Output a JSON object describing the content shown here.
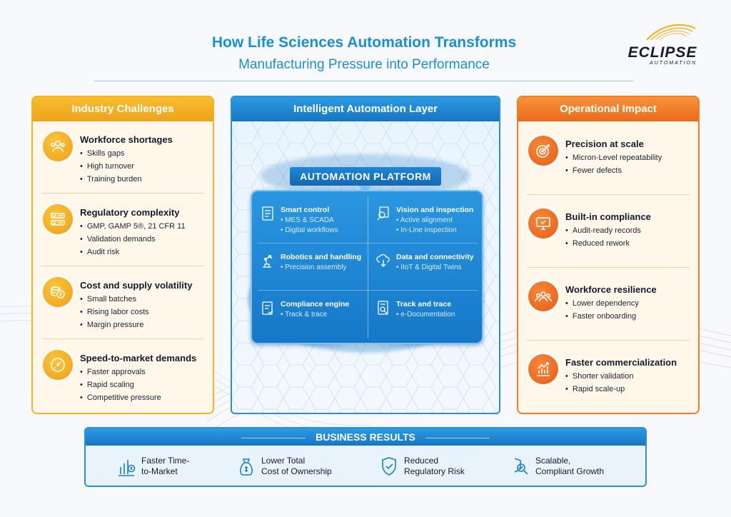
{
  "header": {
    "title": "How Life Sciences Automation Transforms",
    "subtitle": "Manufacturing Pressure into Performance",
    "logo": {
      "word": "ECLIPSE",
      "sub": "AUTOMATION"
    }
  },
  "colors": {
    "blue": "#1a8fd6",
    "yellow": "#f3b123",
    "orange": "#f07d24",
    "navy": "#141a2e"
  },
  "challenges": {
    "heading": "Industry Challenges",
    "items": [
      {
        "icon": "people-icon",
        "title": "Workforce shortages",
        "bullets": [
          "Skills gaps",
          "High turnover",
          "Training burden"
        ]
      },
      {
        "icon": "checklist-icon",
        "title": "Regulatory complexity",
        "bullets": [
          "GMP, GAMP 5®, 21 CFR 11",
          "Validation demands",
          "Audit risk"
        ]
      },
      {
        "icon": "coins-icon",
        "title": "Cost and supply volatility",
        "bullets": [
          "Small batches",
          "Rising labor costs",
          "Margin pressure"
        ]
      },
      {
        "icon": "speedometer-icon",
        "title": "Speed-to-market demands",
        "bullets": [
          "Faster approvals",
          "Rapid scaling",
          "Competitive pressure"
        ]
      }
    ]
  },
  "automation": {
    "heading": "Intelligent Automation Layer",
    "platform": "AUTOMATION PLATFORM",
    "cells": [
      {
        "icon": "document-icon",
        "title": "Smart control",
        "bullets": [
          "MES & SCADA",
          "Digital workflows"
        ]
      },
      {
        "icon": "magnifier-icon",
        "title": "Vision and inspection",
        "bullets": [
          "Active alignment",
          "In-Line inspection"
        ]
      },
      {
        "icon": "robot-arm-icon",
        "title": "Robotics and handling",
        "bullets": [
          "Precision assembly"
        ]
      },
      {
        "icon": "cloud-icon",
        "title": "Data and connectivity",
        "bullets": [
          "IIoT & Digital Twins"
        ]
      },
      {
        "icon": "clipboard-check-icon",
        "title": "Compliance engine",
        "bullets": [
          "Track & trace"
        ]
      },
      {
        "icon": "tracking-doc-icon",
        "title": "Track and trace",
        "bullets": [
          "e-Documentation"
        ]
      }
    ]
  },
  "impact": {
    "heading": "Operational Impact",
    "items": [
      {
        "icon": "target-icon",
        "title": "Precision at scale",
        "bullets": [
          "Micron-Level repeatability",
          "Fewer defects"
        ]
      },
      {
        "icon": "monitor-check-icon",
        "title": "Built-in compliance",
        "bullets": [
          "Audit-ready records",
          "Reduced rework"
        ]
      },
      {
        "icon": "team-icon",
        "title": "Workforce resilience",
        "bullets": [
          "Lower dependency",
          "Faster onboarding"
        ]
      },
      {
        "icon": "growth-chart-icon",
        "title": "Faster commercialization",
        "bullets": [
          "Shorter validation",
          "Rapid scale-up"
        ]
      }
    ]
  },
  "results": {
    "heading": "BUSINESS RESULTS",
    "items": [
      {
        "icon": "bar-growth-icon",
        "line1": "Faster Time-",
        "line2": "to-Market"
      },
      {
        "icon": "money-bag-icon",
        "line1": "Lower Total",
        "line2": "Cost of Ownership"
      },
      {
        "icon": "shield-check-icon",
        "line1": "Reduced",
        "line2": "Regulatory Risk"
      },
      {
        "icon": "scalable-search-icon",
        "line1": "Scalable,",
        "line2": "Compliant Growth"
      }
    ]
  }
}
